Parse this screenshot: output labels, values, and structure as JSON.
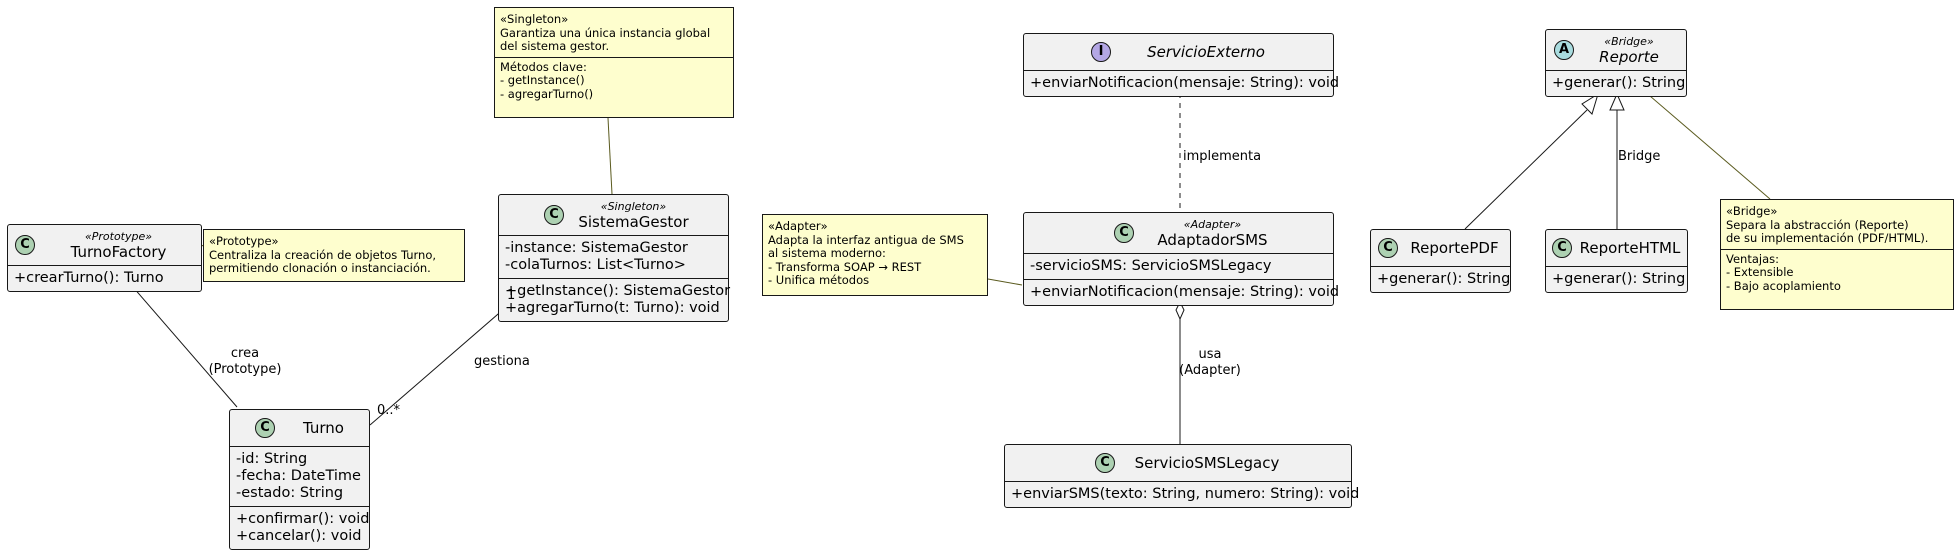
{
  "colors": {
    "class_fill": "#f1f1f1",
    "note_fill": "#fefece",
    "badge_class": "#add1b2",
    "badge_interface": "#b4a7e5",
    "badge_abstract": "#a9dcdf",
    "line": "#181818"
  },
  "classes": {
    "turno_factory": {
      "badge": "C",
      "stereotype": "«Prototype»",
      "name": "TurnoFactory",
      "attributes": [],
      "methods": [
        "+crearTurno(): Turno"
      ]
    },
    "turno": {
      "badge": "C",
      "stereotype": "",
      "name": "Turno",
      "attributes": [
        "-id: String",
        "-fecha: DateTime",
        "-estado: String"
      ],
      "methods": [
        "+confirmar(): void",
        "+cancelar(): void"
      ]
    },
    "sistema_gestor": {
      "badge": "C",
      "stereotype": "«Singleton»",
      "name": "SistemaGestor",
      "attributes": [
        "-instance: SistemaGestor",
        "-colaTurnos: List<Turno>"
      ],
      "methods": [
        "+getInstance(): SistemaGestor",
        "+agregarTurno(t: Turno): void"
      ]
    },
    "servicio_externo": {
      "badge": "I",
      "stereotype": "",
      "name": "ServicioExterno",
      "attributes": [],
      "methods": [
        "+enviarNotificacion(mensaje: String): void"
      ]
    },
    "adaptador_sms": {
      "badge": "C",
      "stereotype": "«Adapter»",
      "name": "AdaptadorSMS",
      "attributes": [
        "-servicioSMS: ServicioSMSLegacy"
      ],
      "methods": [
        "+enviarNotificacion(mensaje: String): void"
      ]
    },
    "servicio_sms_legacy": {
      "badge": "C",
      "stereotype": "",
      "name": "ServicioSMSLegacy",
      "attributes": [],
      "methods": [
        "+enviarSMS(texto: String, numero: String): void"
      ]
    },
    "reporte": {
      "badge": "A",
      "stereotype": "«Bridge»",
      "name": "Reporte",
      "attributes": [],
      "methods": [
        "+generar(): String"
      ]
    },
    "reporte_pdf": {
      "badge": "C",
      "stereotype": "",
      "name": "ReportePDF",
      "attributes": [],
      "methods": [
        "+generar(): String"
      ]
    },
    "reporte_html": {
      "badge": "C",
      "stereotype": "",
      "name": "ReporteHTML",
      "attributes": [],
      "methods": [
        "+generar(): String"
      ]
    }
  },
  "notes": {
    "prototype": {
      "top": [
        "«Prototype»",
        "Centraliza la creación de objetos Turno,",
        "permitiendo clonación o instanciación."
      ],
      "bottom": []
    },
    "singleton": {
      "top": [
        "«Singleton»",
        "Garantiza una única instancia global",
        "del sistema gestor."
      ],
      "bottom": [
        "Métodos clave:",
        "- getInstance()",
        "- agregarTurno()"
      ]
    },
    "adapter": {
      "top": [
        "«Adapter»",
        "Adapta la interfaz antigua de SMS",
        "al sistema moderno:",
        "- Transforma SOAP → REST",
        "- Unifica métodos"
      ],
      "bottom": []
    },
    "bridge": {
      "top": [
        "«Bridge»",
        "Separa la abstracción (Reporte)",
        "de su implementación (PDF/HTML)."
      ],
      "bottom": [
        "Ventajas:",
        "- Extensible",
        "- Bajo acoplamiento"
      ]
    }
  },
  "labels": {
    "crea": [
      "crea",
      "(Prototype)"
    ],
    "gestiona": "gestiona",
    "mult_one": "1",
    "mult_many": "0..*",
    "implementa": "implementa",
    "usa": [
      "usa",
      "(Adapter)"
    ],
    "bridge": "Bridge"
  }
}
